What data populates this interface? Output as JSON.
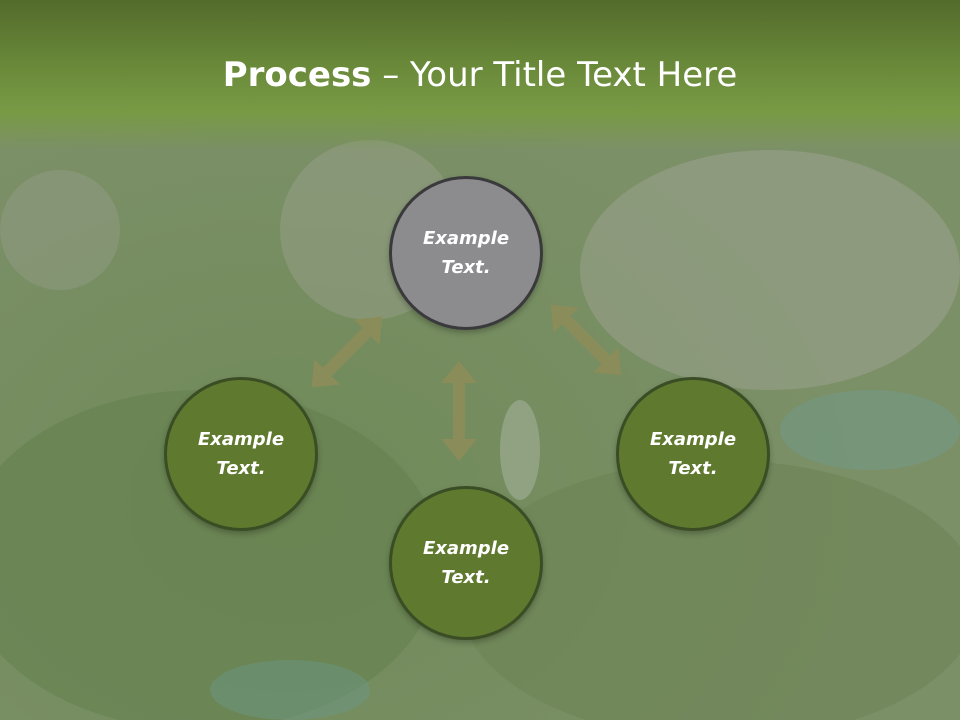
{
  "title": {
    "bold": "Process",
    "rest": " – Your Title Text Here"
  },
  "nodes": {
    "top": {
      "line1": "Example",
      "line2": "Text."
    },
    "left": {
      "line1": "Example",
      "line2": "Text."
    },
    "right": {
      "line1": "Example",
      "line2": "Text."
    },
    "bottom": {
      "line1": "Example",
      "line2": "Text."
    }
  },
  "colors": {
    "node_fill": "#5f7a2f",
    "node_highlight": "#8c8c8f",
    "arrow": "#8a8c5a",
    "header": "#6a8a3a"
  }
}
